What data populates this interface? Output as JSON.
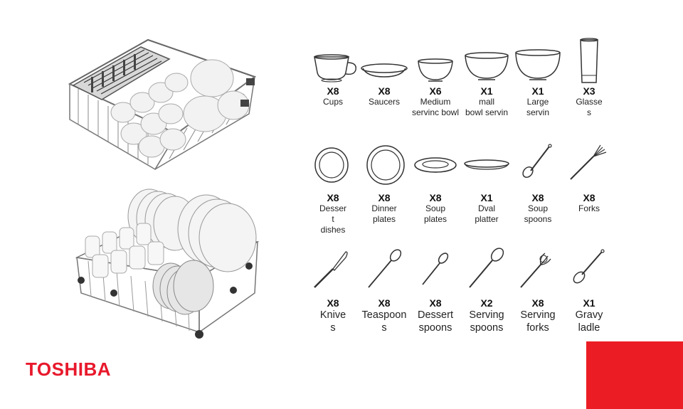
{
  "brand": {
    "logo_text": "TOSHIBA",
    "brand_color": "#e8192c",
    "accent_block_color": "#ec1c24"
  },
  "items": [
    {
      "qty": "X8",
      "label": "Cups",
      "icon": "cup-icon"
    },
    {
      "qty": "X8",
      "label": "Saucers",
      "icon": "saucer-icon"
    },
    {
      "qty": "X6",
      "label": "Medium\nservinc bowl",
      "icon": "medium-bowl-icon"
    },
    {
      "qty": "X1",
      "label": "mall\nbowl servin",
      "icon": "small-bowl-icon"
    },
    {
      "qty": "X1",
      "label": "Large\nservin",
      "icon": "large-bowl-icon"
    },
    {
      "qty": "X3",
      "label": "Glasse\ns",
      "icon": "glass-icon"
    },
    {
      "qty": "X8",
      "label": "Desser\nt\ndishes",
      "icon": "dessert-dish-icon"
    },
    {
      "qty": "X8",
      "label": "Dinner\nplates",
      "icon": "dinner-plate-icon"
    },
    {
      "qty": "X8",
      "label": "Soup\nplates",
      "icon": "soup-plate-icon"
    },
    {
      "qty": "X1",
      "label": "Dval\nplatter",
      "icon": "oval-platter-icon"
    },
    {
      "qty": "X8",
      "label": "Soup\nspoons",
      "icon": "soup-ladle-icon"
    },
    {
      "qty": "X8",
      "label": "Forks",
      "icon": "fork-icon"
    },
    {
      "qty": "X8",
      "label": "Knive\ns",
      "icon": "knife-icon"
    },
    {
      "qty": "X8",
      "label": "Teaspoon\ns",
      "icon": "teaspoon-icon"
    },
    {
      "qty": "X8",
      "label": "Dessert\nspoons",
      "icon": "dessert-spoon-icon"
    },
    {
      "qty": "X2",
      "label": "Serving\nspoons",
      "icon": "serving-spoon-icon"
    },
    {
      "qty": "X8",
      "label": "Serving\nforks",
      "icon": "serving-fork-icon"
    },
    {
      "qty": "X1",
      "label": "Gravy\nladle",
      "icon": "gravy-ladle-icon"
    }
  ]
}
